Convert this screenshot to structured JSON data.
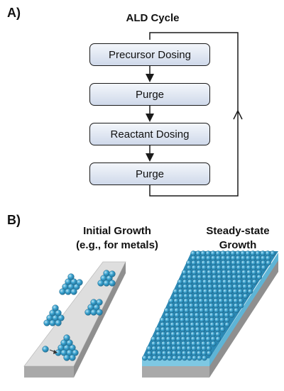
{
  "panel_a": {
    "label": "A)",
    "title": "ALD Cycle",
    "steps": [
      "Precursor Dosing",
      "Purge",
      "Reactant Dosing",
      "Purge"
    ]
  },
  "panel_b": {
    "label": "B)",
    "initial_title_line1": "Initial Growth",
    "initial_title_line2": "(e.g., for metals)",
    "steady_title_line1": "Steady-state",
    "steady_title_line2": "Growth"
  },
  "colors": {
    "atom": "#3ba3d0",
    "atom_dark": "#1f6f96",
    "substrate_top": "#dedede",
    "substrate_side": "#a9a9a9",
    "film": "#7ec8e3",
    "step_fill": "#cfd9ea"
  }
}
